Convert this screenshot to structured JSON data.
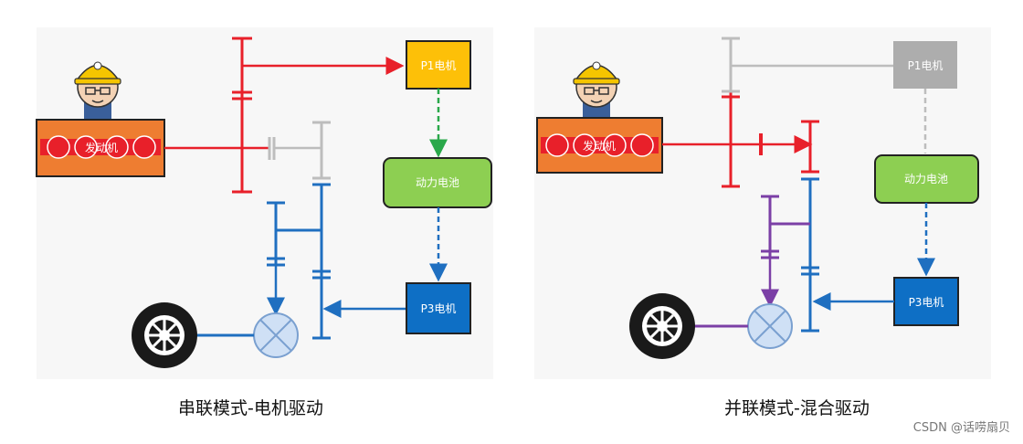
{
  "left": {
    "engine_label": "发动机",
    "p1_label": "P1电机",
    "battery_label": "动力电池",
    "p3_label": "P3电机",
    "caption": "串联模式-电机驱动"
  },
  "right": {
    "engine_label": "发动机",
    "p1_label": "P1电机",
    "battery_label": "动力电池",
    "p3_label": "P3电机",
    "caption": "并联模式-混合驱动"
  },
  "watermark": "CSDN @话唠扇贝",
  "colors": {
    "engine_flow": "#e8202a",
    "electric_flow": "#1f6fc0",
    "mechanical_mix": "#7b3fa6",
    "inactive": "#bdbdbd",
    "charge_flow": "#2aa84a",
    "engine_fill": "#ee7d31",
    "p1_active": "#fdc008",
    "p1_inactive": "#adadad",
    "battery": "#8dcf52",
    "p3": "#0e6fc5"
  }
}
